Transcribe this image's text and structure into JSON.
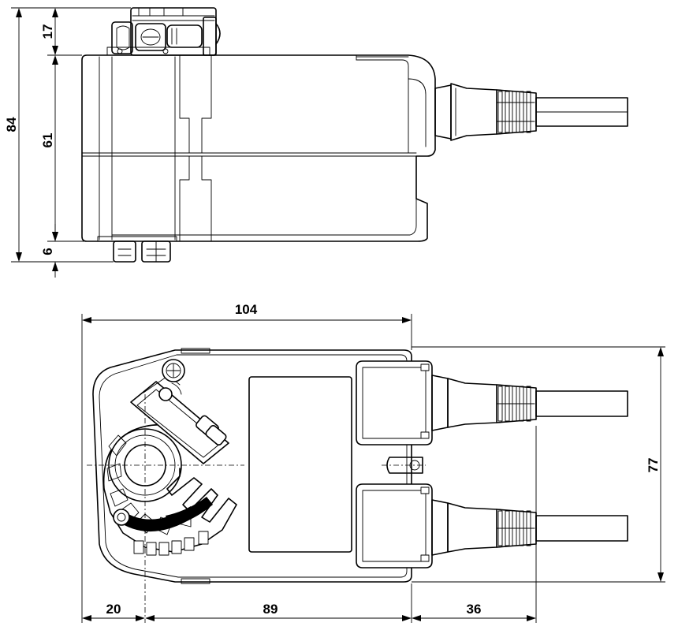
{
  "dimensions": {
    "side_total_height": "84",
    "side_top_height": "17",
    "side_body_height": "61",
    "side_bottom_height": "6",
    "top_total_length": "104",
    "top_height": "77",
    "top_left_offset": "20",
    "top_mid_length": "89",
    "top_cable_length": "36"
  }
}
